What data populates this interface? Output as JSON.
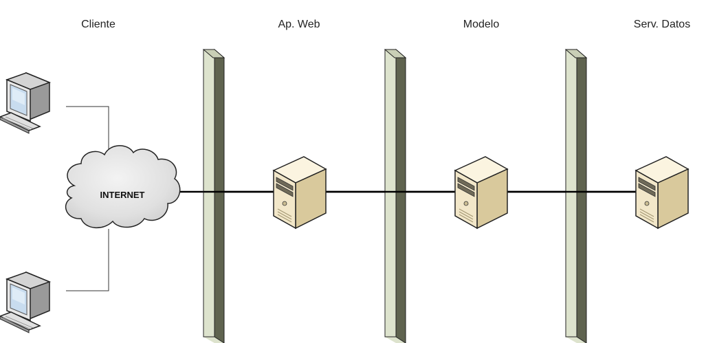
{
  "tiers": {
    "cliente": "Cliente",
    "ap_web": "Ap. Web",
    "modelo": "Modelo",
    "serv_datos": "Serv. Datos"
  },
  "cloud": {
    "label": "INTERNET"
  },
  "colors": {
    "firewall_front": "#dde3cd",
    "firewall_side": "#5f634f",
    "server_body": "#f2e7c9",
    "server_shade": "#c9b98d",
    "monitor_body": "#e8e8e8",
    "monitor_screen": "#c8dcef",
    "cloud_fill": "#e6e6e6",
    "link_line": "#000000"
  }
}
